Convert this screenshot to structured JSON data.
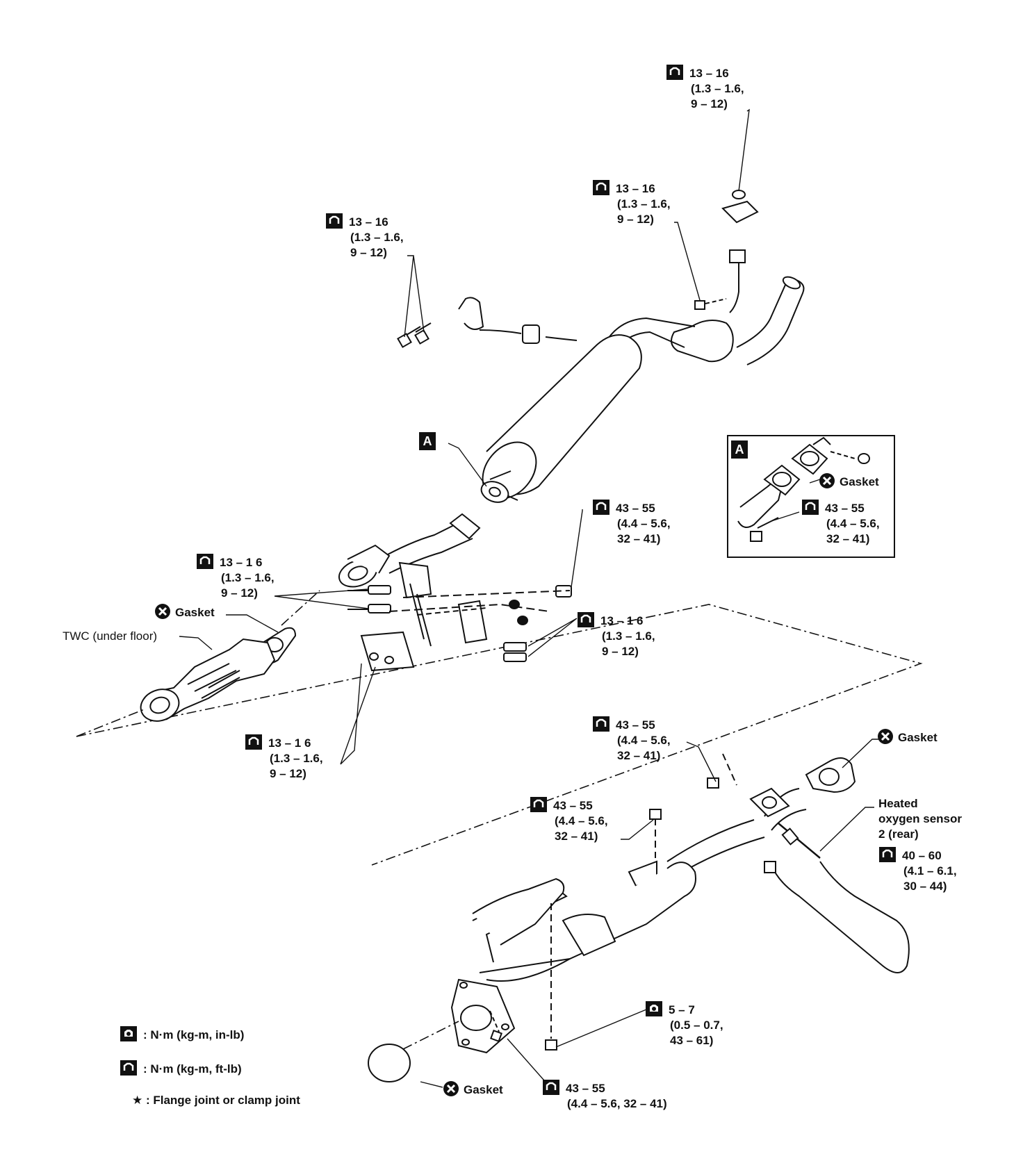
{
  "torque_labels": {
    "t1": [
      "13 – 16",
      "(1.3 – 1.6,",
      "9 – 12)"
    ],
    "t2": [
      "13 – 16",
      "(1.3 – 1.6,",
      "9 – 12)"
    ],
    "t3": [
      "13 – 16",
      "(1.3 – 1.6,",
      "9 – 12)"
    ],
    "t4": [
      "43 – 55",
      "(4.4 – 5.6,",
      "32 – 41)"
    ],
    "t5": [
      "13 – 1 6",
      "(1.3 – 1.6,",
      "9 – 12)"
    ],
    "t6": [
      "13 – 1 6",
      "(1.3 – 1.6,",
      "9 – 12)"
    ],
    "t7": [
      "13 – 1 6",
      "(1.3 – 1.6,",
      "9 – 12)"
    ],
    "t8": [
      "43 – 55",
      "(4.4 – 5.6,",
      "32 – 41)"
    ],
    "t9": [
      "43 – 55",
      "(4.4 – 5.6,",
      "32 – 41)"
    ],
    "t10": [
      "40 – 60",
      "(4.1 – 6.1,",
      "30 – 44)"
    ],
    "t11": [
      "5 – 7",
      "(0.5 – 0.7,",
      "43 – 61)"
    ],
    "t12": [
      "43 – 55",
      "(4.4 – 5.6, 32 – 41)"
    ],
    "inset": [
      "43 – 55",
      "(4.4 – 5.6,",
      "32 – 41)"
    ]
  },
  "labels": {
    "gasket": "Gasket",
    "twc": "TWC (under floor)",
    "sensor": [
      "Heated",
      "oxygen sensor",
      "2 (rear)"
    ],
    "detail": "A"
  },
  "legend": {
    "inlb": ": N·m (kg-m, in-lb)",
    "ftlb": ": N·m (kg-m, ft-lb)",
    "joint": "★ : Flange joint or clamp joint"
  }
}
